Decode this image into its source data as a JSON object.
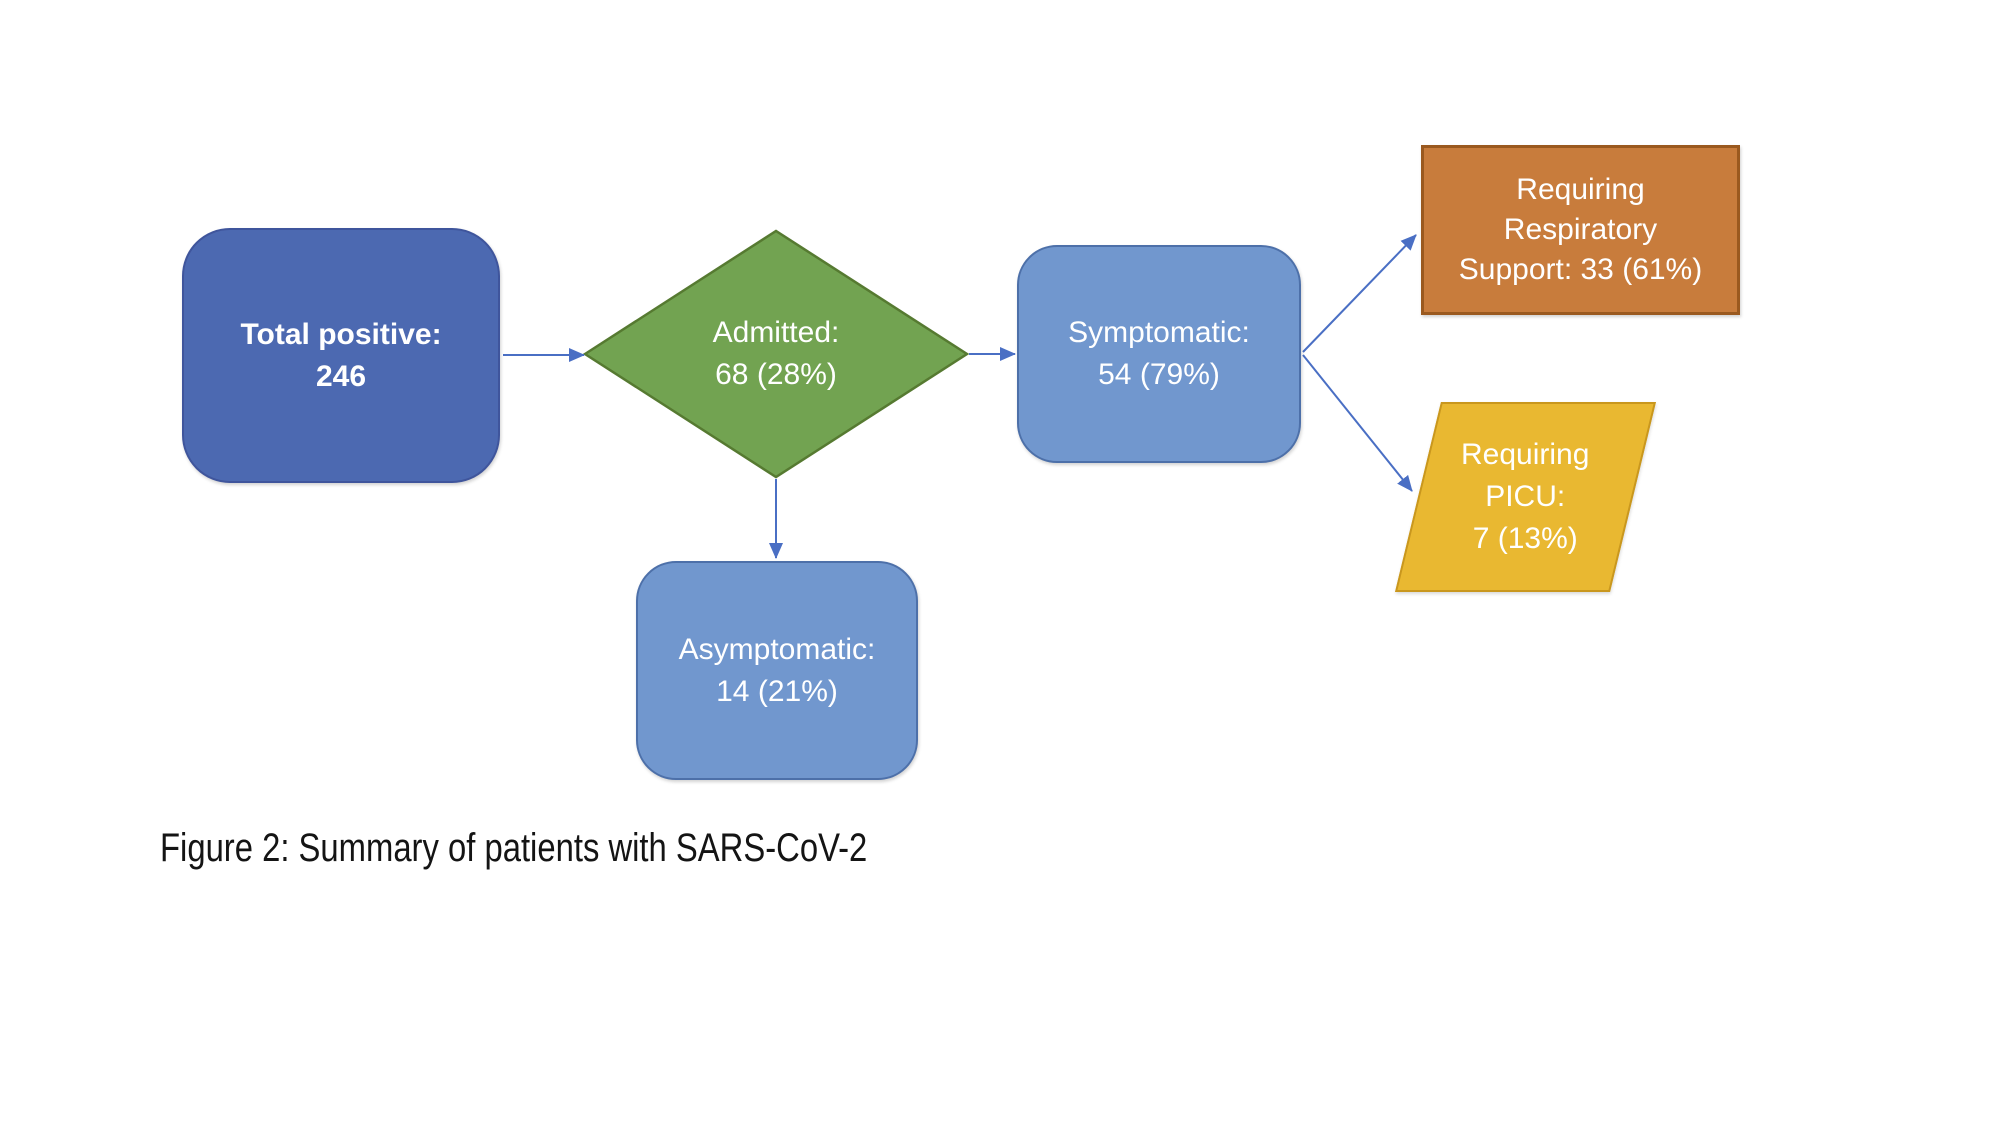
{
  "figure": {
    "caption": "Figure 2: Summary of patients with SARS-CoV-2"
  },
  "nodes": {
    "total": {
      "label": "Total positive:",
      "value": "246",
      "shape": "rounded-rectangle",
      "fill": "#4c69b1"
    },
    "admitted": {
      "label": "Admitted:",
      "value": "68 (28%)",
      "shape": "diamond",
      "fill": "#72a351"
    },
    "symptomatic": {
      "label": "Symptomatic:",
      "value": "54 (79%)",
      "shape": "rounded-rectangle",
      "fill": "#7197ce"
    },
    "asymptomatic": {
      "label": "Asymptomatic:",
      "value": "14 (21%)",
      "shape": "rounded-rectangle",
      "fill": "#7197ce"
    },
    "respiratory": {
      "lines": [
        "Requiring",
        "Respiratory",
        "Support: 33 (61%)"
      ],
      "shape": "rectangle",
      "fill": "#c87c3c"
    },
    "picu": {
      "lines": [
        "Requiring",
        "PICU:",
        "7 (13%)"
      ],
      "shape": "parallelogram",
      "fill": "#e9b831"
    }
  },
  "edges": [
    {
      "from": "total",
      "to": "admitted"
    },
    {
      "from": "admitted",
      "to": "symptomatic"
    },
    {
      "from": "admitted",
      "to": "asymptomatic"
    },
    {
      "from": "symptomatic",
      "to": "respiratory"
    },
    {
      "from": "symptomatic",
      "to": "picu"
    }
  ],
  "colors": {
    "arrow": "#4a6fc4",
    "total_fill": "#4c69b1",
    "total_border": "#3f559c",
    "admitted_fill": "#72a351",
    "admitted_border": "#567a31",
    "light_blue_fill": "#7197ce",
    "light_blue_border": "#4d70a9",
    "respiratory_fill": "#c87c3c",
    "respiratory_border": "#9a591f",
    "picu_fill": "#e9b831",
    "picu_border": "#c9971e",
    "text": "#ffffff",
    "caption_text": "#141414"
  }
}
